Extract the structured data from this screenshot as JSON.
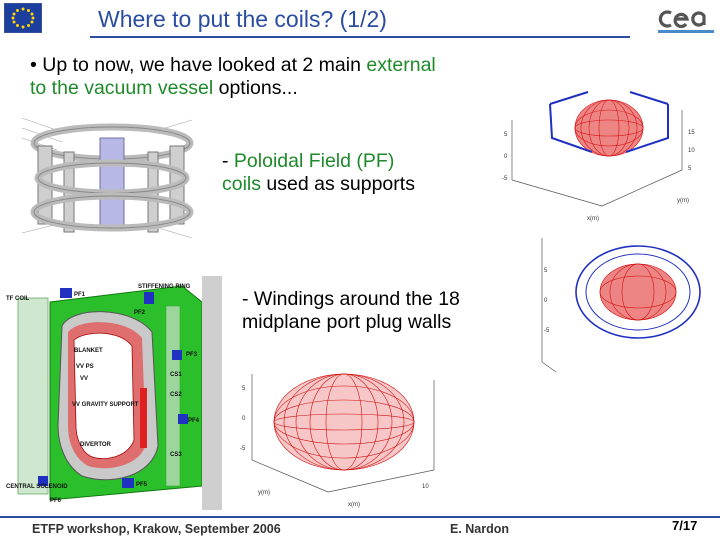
{
  "slide": {
    "title": "Where to put the coils? (1/2)",
    "bullet": {
      "marker": "•",
      "line1_pre": "Up to now, we have looked at 2 main ",
      "line1_accent": "external",
      "line2_accent": "to the vacuum vessel",
      "line2_post": " options..."
    },
    "pf_option": {
      "dash": "- ",
      "line1_accent": "Poloidal Field (PF)",
      "line2_accent": "coils",
      "line2_post": " used as supports"
    },
    "windings_option": {
      "line1": "- Windings around the 18",
      "line2": "midplane port plug walls"
    }
  },
  "figures": {
    "poloidal_cross_section_labels": [
      "TF COIL",
      "PF1",
      "PF2",
      "PF3",
      "PF4",
      "PF5",
      "PF6",
      "STIFFENING RING",
      "BLANKET",
      "VV PS",
      "VV",
      "VV GRAVITY SUPPORT",
      "DIVERTOR",
      "CENTRAL SOLENOID",
      "CS1",
      "CS2",
      "CS3"
    ]
  },
  "footer": {
    "event": "ETFP workshop, Krakow, September 2006",
    "author": "E. Nardon",
    "page": "7/17"
  },
  "colors": {
    "title": "#2a4da0",
    "accent_green": "#1e8a2a",
    "coil_red": "#e02020",
    "coil_blue": "#2030c0"
  }
}
